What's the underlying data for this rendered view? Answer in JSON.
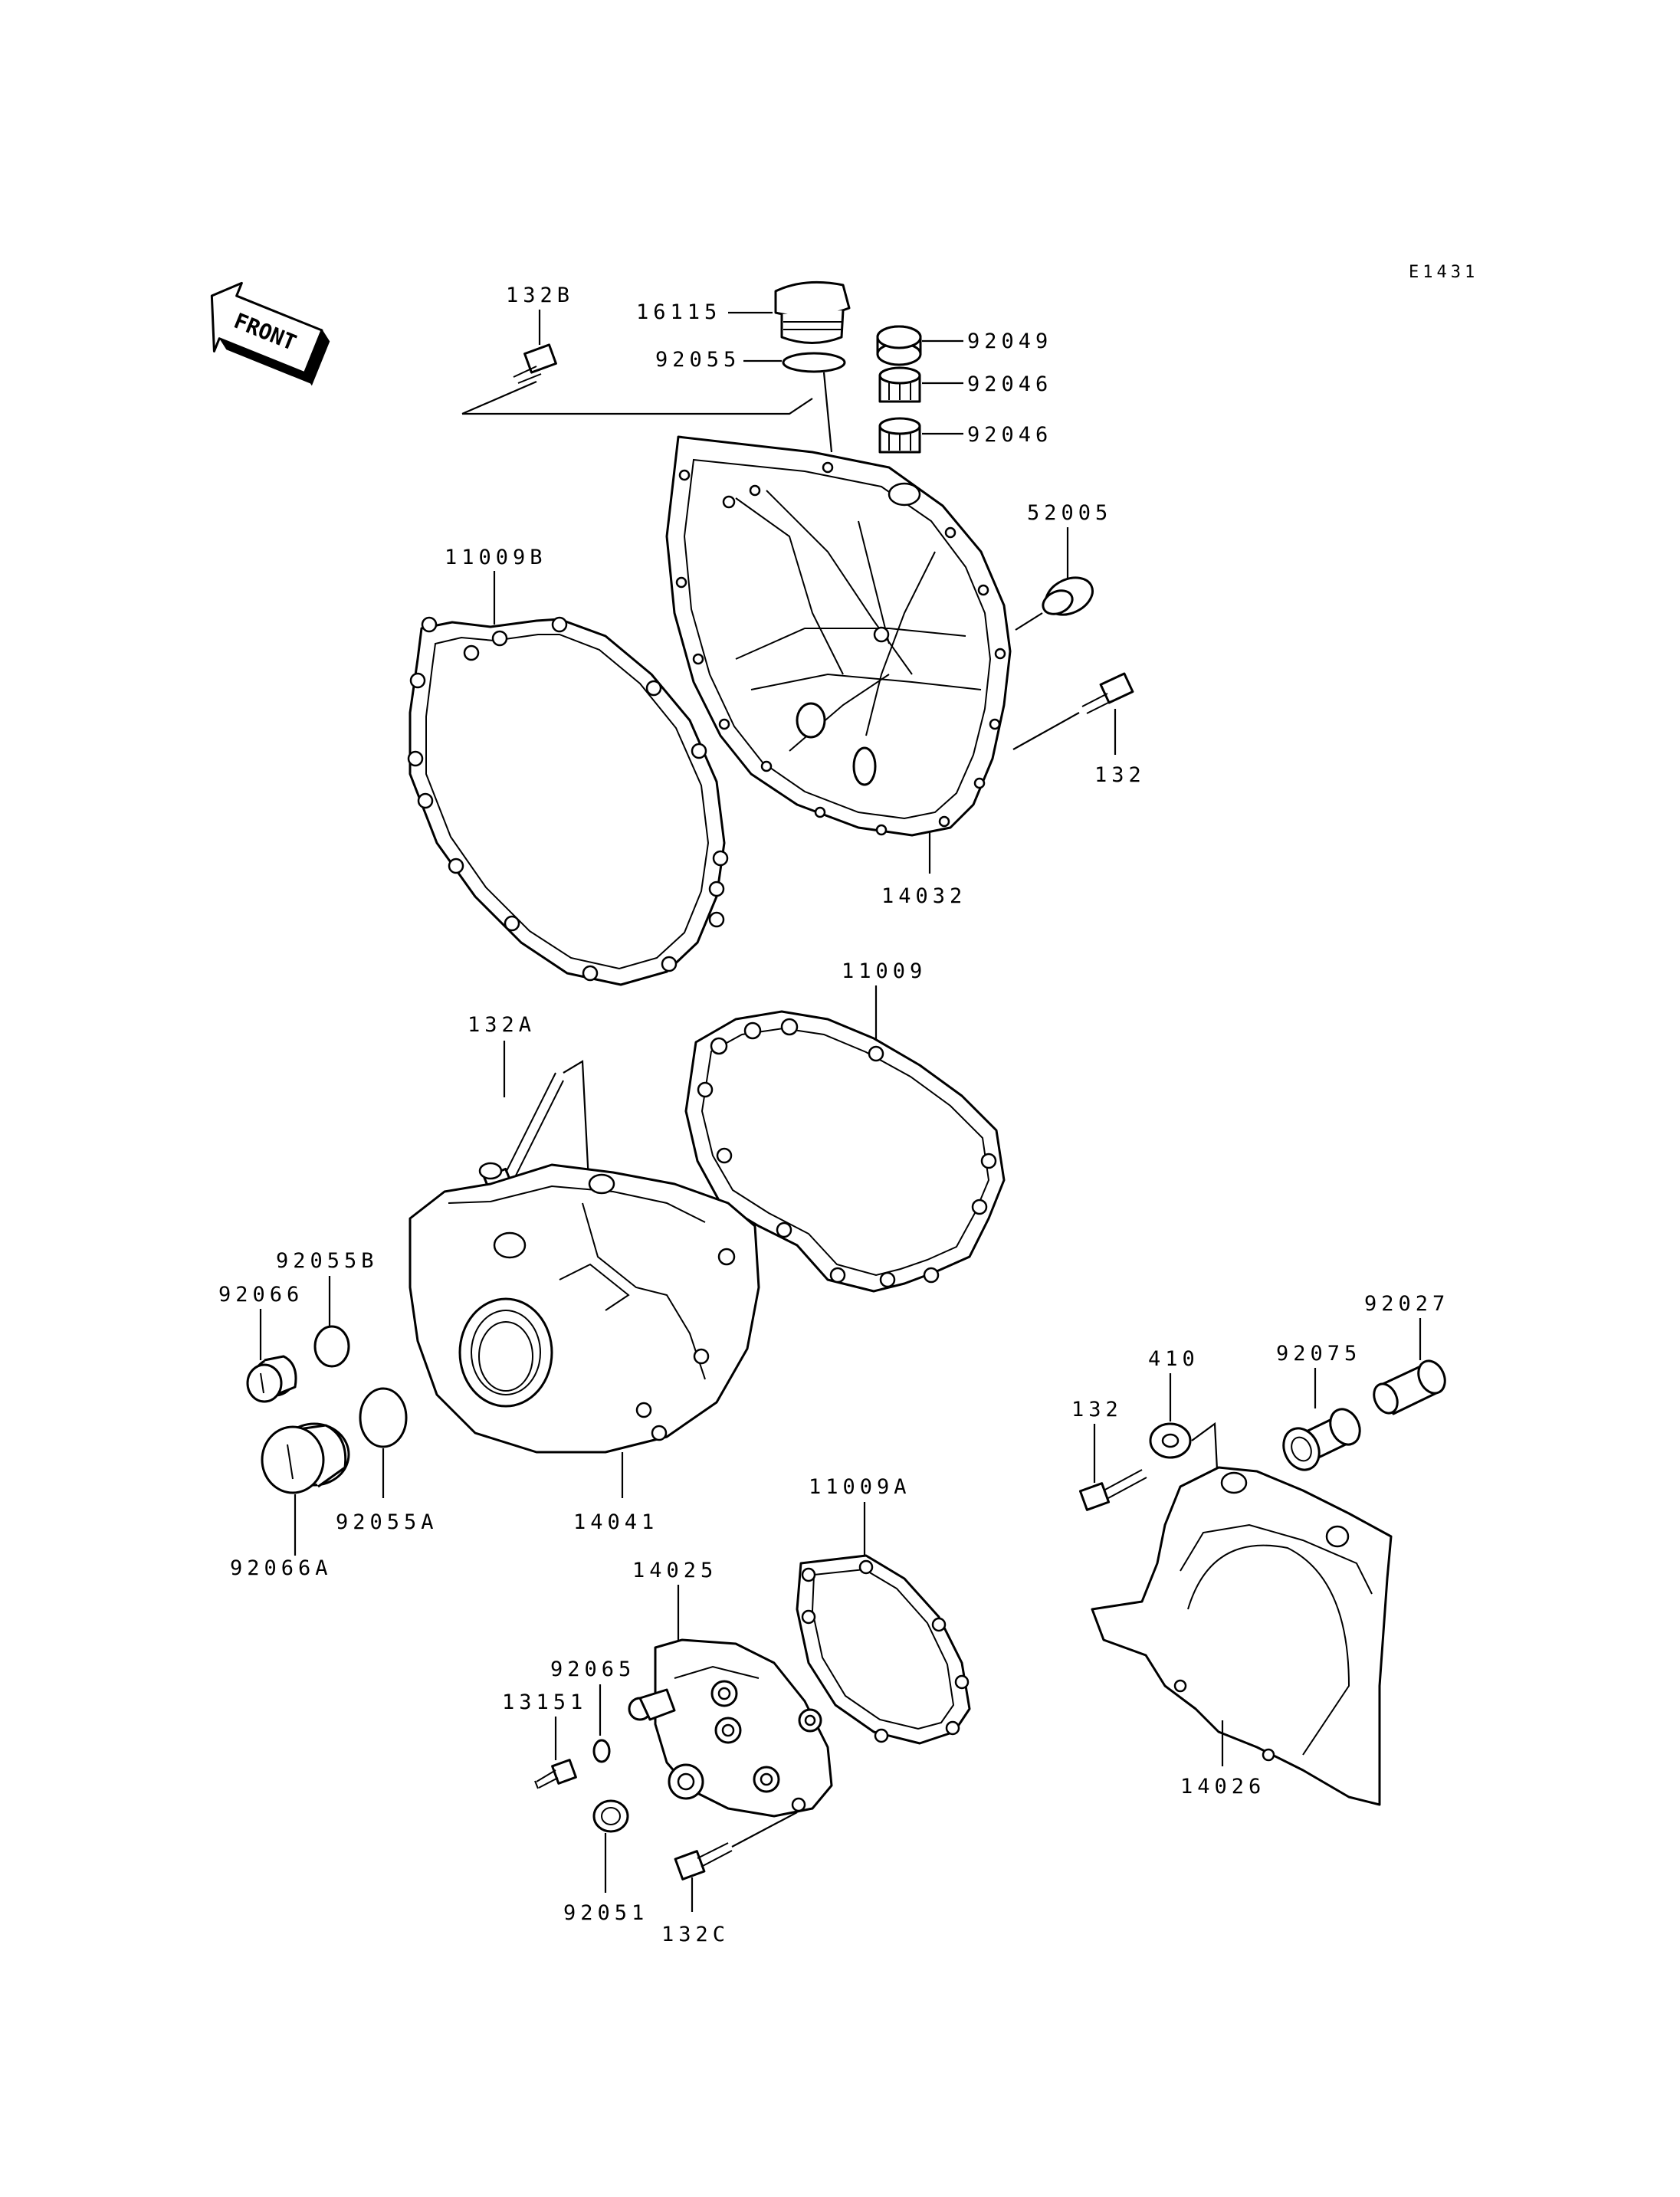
{
  "diagram_code": "E1431",
  "front_label": "FRONT",
  "labels": {
    "p132B": "132B",
    "p16115": "16115",
    "p92055": "92055",
    "p92049": "92049",
    "p92046a": "92046",
    "p92046b": "92046",
    "p52005": "52005",
    "p11009B": "11009B",
    "p132_top": "132",
    "p14032": "14032",
    "p11009": "11009",
    "p132A": "132A",
    "p92055B": "92055B",
    "p92066": "92066",
    "p92055A": "92055A",
    "p14041": "14041",
    "p92066A": "92066A",
    "p92027": "92027",
    "p410": "410",
    "p92075": "92075",
    "p132_right": "132",
    "p11009A": "11009A",
    "p14025": "14025",
    "p92065": "92065",
    "p13151": "13151",
    "p14026": "14026",
    "p92051": "92051",
    "p132C": "132C"
  }
}
